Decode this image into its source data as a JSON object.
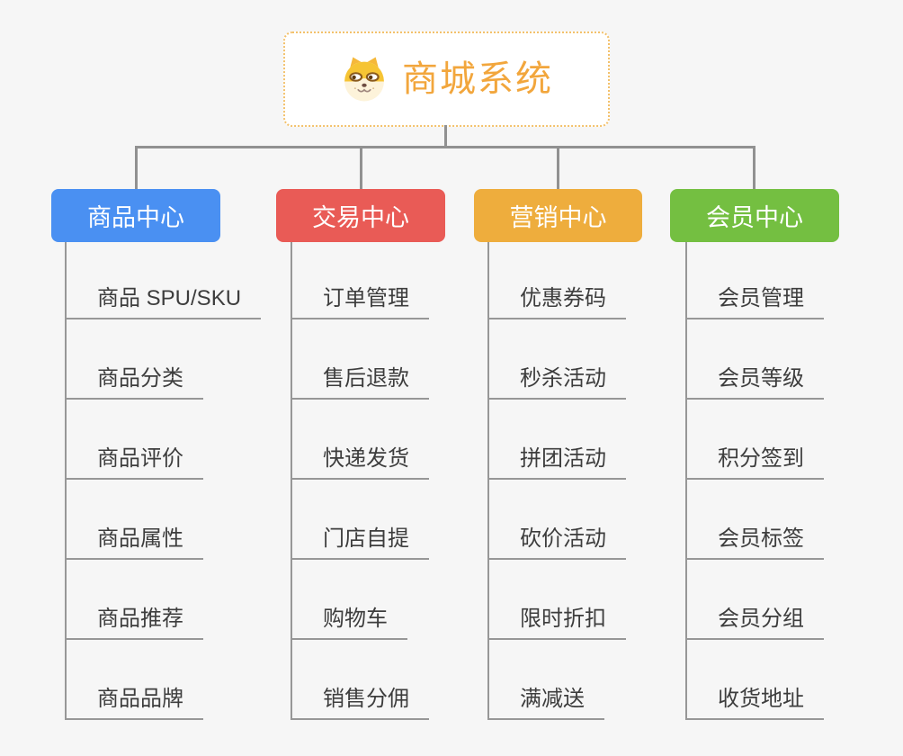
{
  "page": {
    "background": "#f6f6f6",
    "connector_color": "#919191"
  },
  "root": {
    "label": "商城系统",
    "icon": "dog-face-icon",
    "text_color": "#f2a63c",
    "border_color": "#f3c16b"
  },
  "branches": [
    {
      "label": "商品中心",
      "color": "#4a90f2",
      "children": [
        "商品 SPU/SKU",
        "商品分类",
        "商品评价",
        "商品属性",
        "商品推荐",
        "商品品牌"
      ]
    },
    {
      "label": "交易中心",
      "color": "#e95b56",
      "children": [
        "订单管理",
        "售后退款",
        "快递发货",
        "门店自提",
        "购物车",
        "销售分佣"
      ]
    },
    {
      "label": "营销中心",
      "color": "#eead3d",
      "children": [
        "优惠券码",
        "秒杀活动",
        "拼团活动",
        "砍价活动",
        "限时折扣",
        "满减送"
      ]
    },
    {
      "label": "会员中心",
      "color": "#74bf41",
      "children": [
        "会员管理",
        "会员等级",
        "积分签到",
        "会员标签",
        "会员分组",
        "收货地址"
      ]
    }
  ]
}
